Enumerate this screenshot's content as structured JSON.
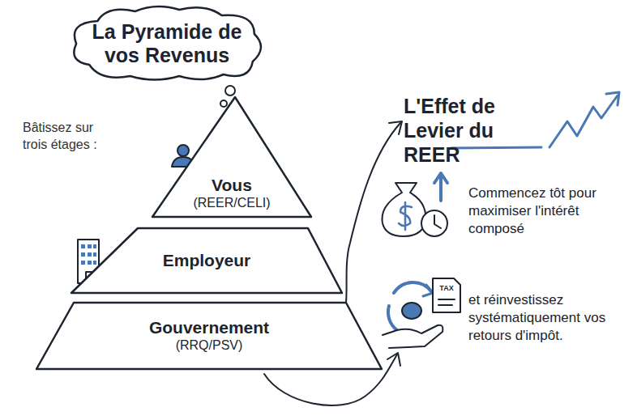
{
  "diagram": {
    "nodes": [
      {
        "text": [
          "La Pyramide de vos Revenus"
        ]
      },
      {
        "text": [
          "Vous",
          "(REER/CELI)"
        ]
      },
      {
        "text": [
          "Employeur"
        ]
      },
      {
        "text": [
          "Gouvernement",
          "(RRQ/PSV)"
        ]
      }
    ],
    "labels": [
      "Bâtissez sur trois étages :",
      "L'Effet de Levier du REER",
      "Commencez tôt pour maximiser l'intérêt composé",
      "et réinvestissez systématiquement vos retours d'impôt.",
      "TAX"
    ]
  }
}
